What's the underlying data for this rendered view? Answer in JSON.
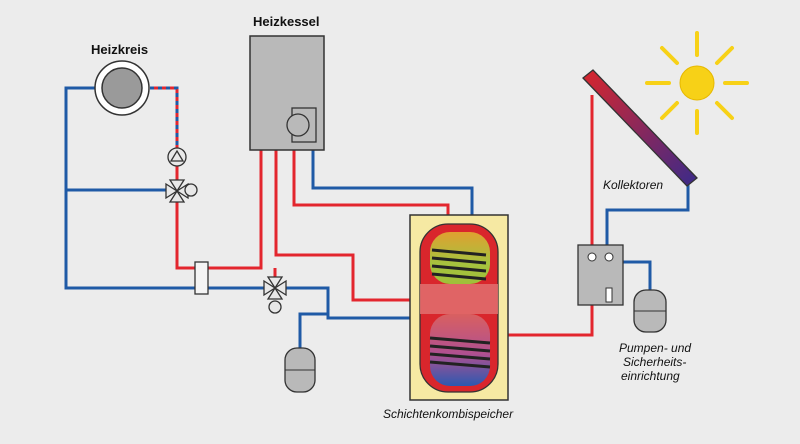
{
  "labels": {
    "heizkreis": "Heizkreis",
    "heizkessel": "Heizkessel",
    "kollektoren": "Kollektoren",
    "pumpen_line1": "Pumpen- und",
    "pumpen_line2": "Sicherheits-",
    "pumpen_line3": "einrichtung",
    "speicher": "Schichtenkombispeicher"
  },
  "colors": {
    "background": "#ececec",
    "hot_pipe": "#e3262e",
    "cold_pipe": "#1f5aa6",
    "tank_outer": "#f6e9a3",
    "tank_red": "#d9262c",
    "tank_green": "#9fbf3a",
    "tank_blue": "#2b59b0",
    "sun": "#f7d117",
    "device_gray": "#b9b9b9"
  }
}
